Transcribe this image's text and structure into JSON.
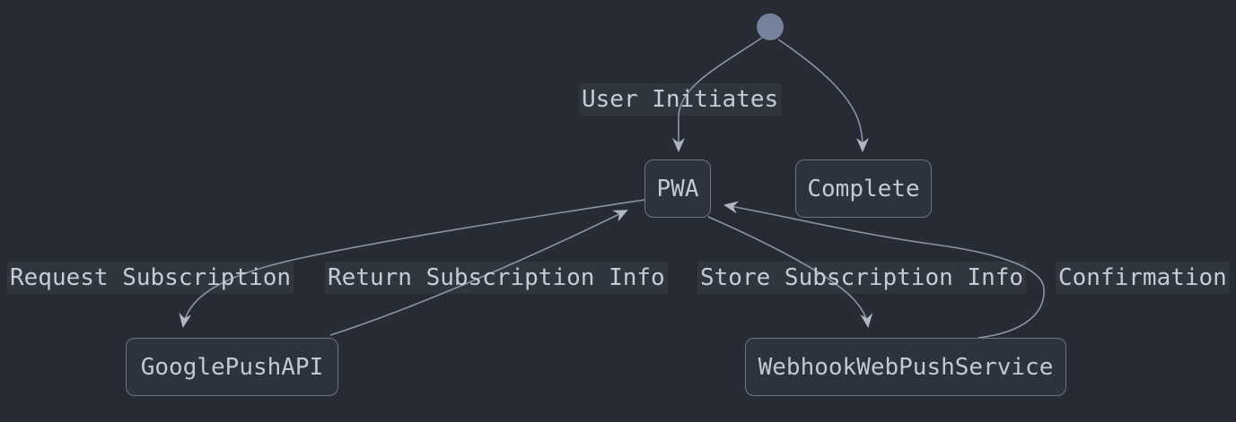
{
  "diagram": {
    "kind": "state-diagram",
    "nodes": {
      "start": {
        "type": "initial-state"
      },
      "pwa": {
        "label": "PWA"
      },
      "complete": {
        "label": "Complete"
      },
      "google_push_api": {
        "label": "GooglePushAPI"
      },
      "webhook_web_push_service": {
        "label": "WebhookWebPushService"
      }
    },
    "edges": [
      {
        "from": "start",
        "to": "PWA",
        "label": "User Initiates"
      },
      {
        "from": "start",
        "to": "Complete",
        "label": ""
      },
      {
        "from": "PWA",
        "to": "GooglePushAPI",
        "label": "Request Subscription"
      },
      {
        "from": "GooglePushAPI",
        "to": "PWA",
        "label": "Return Subscription Info"
      },
      {
        "from": "PWA",
        "to": "WebhookWebPushService",
        "label": "Store Subscription Info"
      },
      {
        "from": "WebhookWebPushService",
        "to": "PWA",
        "label": "Confirmation"
      }
    ],
    "colors": {
      "background": "#272c34",
      "node_fill": "#2d333d",
      "node_border": "#6b7483",
      "text": "#c2c9d3",
      "edge_line": "#8b94a6",
      "arrowhead": "#aeb6c2",
      "start_state_fill": "#76829c",
      "edge_label_bg": "#30353e"
    }
  }
}
